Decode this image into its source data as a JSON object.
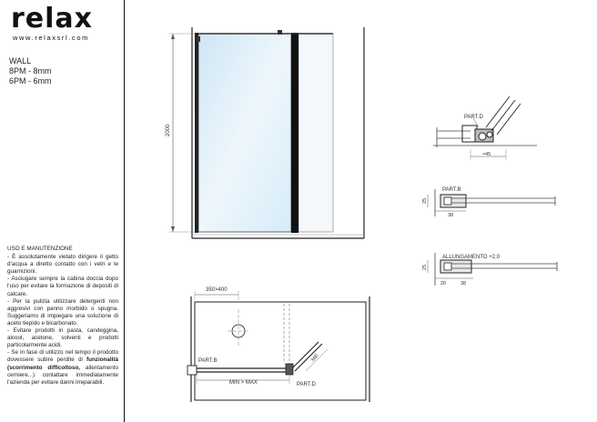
{
  "brand": {
    "logo_text": "relax",
    "website": "www.relaxsrl.com"
  },
  "product": {
    "name": "WALL",
    "variants": [
      "8PM - 8mm",
      "6PM - 6mm"
    ]
  },
  "maintenance": {
    "title": "USO E MANUTENZIONE",
    "items": [
      "- È assolutamente vietato dirigere il getto d'acqua a diretto contatto con i vetri e le guarnizioni.",
      "- Asciugare sempre la cabina doccia dopo l'uso per evitare la formazione di depositi di calcare.",
      "- Per la pulizia utilizzare detergenti non aggresivi con panno morbido o spugna. Suggeriamo di impiegare una soluzione di aceto tiepido e bicarbonato.",
      "- Evitare prodotti in pasta, candeggina, alcool, acetone, solventi e prodotti particolarmente acidi."
    ],
    "last_item_start": "- Se in fase di utilizzo nel tempo il prodotto dovessere subire perdite di ",
    "last_item_bold": "funzionalità (scorrimento difficoltoso,",
    "last_item_end": " allentamento cerniere...) contattare immediatamente l'azienda per evitare danni irreparabili."
  },
  "drawing": {
    "height_dim": "2000",
    "part_d_top": "PART.D",
    "dim_45": "≈45",
    "part_b": "PART.B",
    "dim_38": "38",
    "dim_25": "25",
    "dim_20": "20",
    "allungamento": "ALLUNGAMENTO +2,0",
    "dim_350_400": "350>400",
    "plan_part_b": "PART.B",
    "min_max": "MIN > MAX",
    "plan_part_d": "PART.D",
    "dim_360": "360"
  }
}
